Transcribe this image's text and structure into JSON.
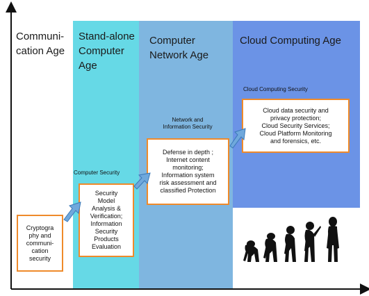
{
  "eras": [
    {
      "name": "Communi-\ncation Age"
    },
    {
      "name": "Stand-alone\nComputer\nAge"
    },
    {
      "name": "Computer\nNetwork Age"
    },
    {
      "name": "Cloud Computing Age"
    }
  ],
  "security_labels": {
    "computer_security": "Computer Security",
    "network_security": "Network and\nInformation Security",
    "cloud_security": "Cloud Computing Security"
  },
  "boxes": {
    "communication": "Cryptogra\nphy and\ncommuni-\ncation\nsecurity",
    "computer": "Security\nModel\nAnalysis &\nVerification;\nInformation\nSecurity\nProducts\nEvaluation",
    "network": "Defense in depth ;\nInternet content\nmonitoring;\nInformation system\nrisk assessment and\nclassified Protection",
    "cloud": "Cloud data security and\nprivacy protection;\nCloud Security Services;\nCloud Platform Monitoring\nand forensics, etc."
  },
  "colors": {
    "band_standalone": "#66d9e6",
    "band_network": "#7fb6e0",
    "band_cloud": "#6b93e6",
    "box_border": "#ef8a2a",
    "arrow_fill": "#6fa8dc"
  },
  "image": {
    "name": "human-evolution-silhouettes"
  }
}
